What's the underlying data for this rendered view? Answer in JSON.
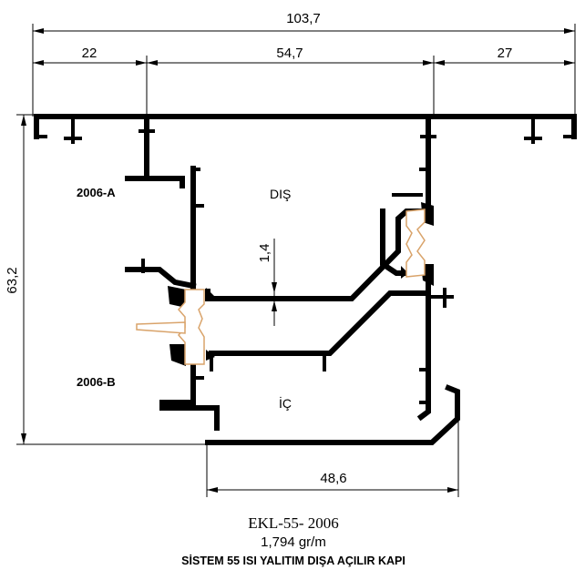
{
  "dimensions": {
    "overall_width": "103,7",
    "left_segment": "22",
    "middle_segment": "54,7",
    "right_segment": "27",
    "overall_height": "63,2",
    "wall_thickness": "1,4",
    "bottom_width": "48,6"
  },
  "labels": {
    "part_a": "2006-A",
    "part_b": "2006-B",
    "outside": "DIŞ",
    "inside": "İÇ"
  },
  "caption": {
    "code": "EKL-55- 2006",
    "weight": "1,794 gr/m",
    "description": "SİSTEM 55 ISI YALITIM DIŞA AÇILIR KAPI"
  }
}
